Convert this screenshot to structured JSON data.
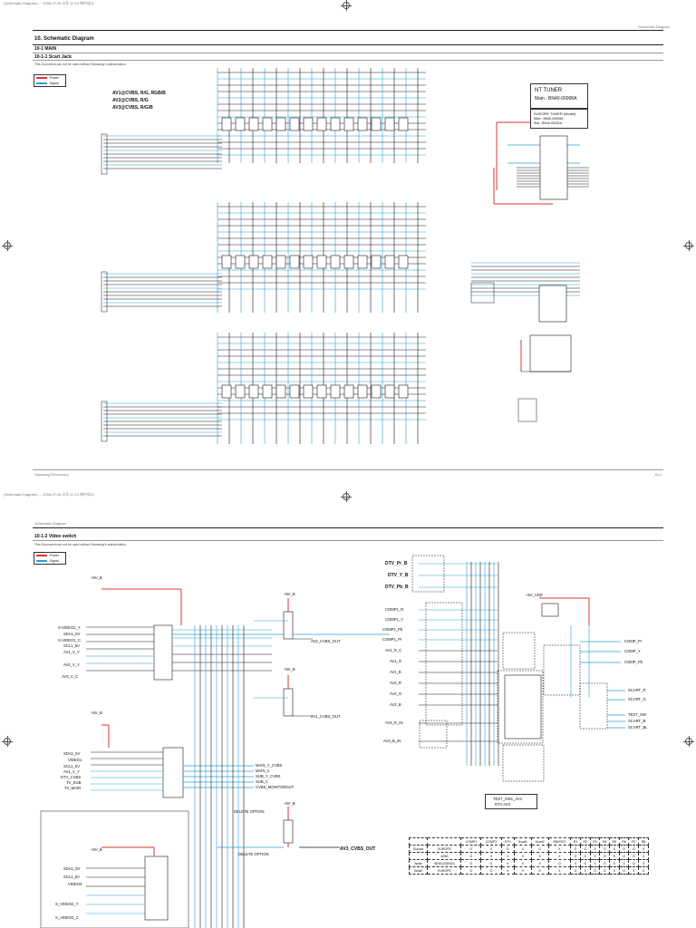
{
  "page_top": {
    "file_stamp": "(Schematic Diagram) ... 2008-07-08 오후 12:13 페이지01",
    "right_header": "Schematic Diagram",
    "section_title": "10. Schematic Diagram",
    "main_title": "10-1 MAIN",
    "sub_title": "10-1-1 Scart Jack",
    "confidential": "This Document can not be used without Samsung's authorization.",
    "legend_power": "Power",
    "legend_signal": "Signal",
    "scart_labels": [
      "AV1@CVBS, R/G, RGB/B",
      "AV2@CVBS, R/G",
      "AV3@CVBS, R/G/B"
    ],
    "tuner_title": "NT TUNER",
    "tuner_main": "Main : BN40-00008A",
    "tuner_eu_title": "EUROPE TUNER (Model)",
    "tuner_eu_main": "Main : BN40-00008A",
    "tuner_eu_sub": "Sub : BN40-00031A",
    "footer_left": "Samsung Electronics",
    "footer_right": "10-1"
  },
  "page_bottom": {
    "file_stamp": "(Schematic Diagram) ... 2008-07-08 오후 12:13 페이지02",
    "left_header": "Schematic Diagram",
    "sub_title": "10-1-2 Video switch",
    "confidential": "This Document can not be used without Samsung's authorization.",
    "legend_power": "Power",
    "legend_signal": "Signal",
    "rail_labels": [
      "+5V_B",
      "+5V_B",
      "+5V_B",
      "+5V_B",
      "+5V_B",
      "+5V_B"
    ],
    "left_inputs": [
      "S-VIDEO1_Y",
      "SDA1_5V",
      "S-VIDEO1_C",
      "SCL1_5V",
      "AV1_V_Y",
      "AV2_V_Y",
      "AV3_V_C"
    ],
    "left_inputs_2": [
      "SDA1_5V",
      "VIDEO1",
      "SCL1_5V",
      "AV1_V_Y",
      "DTV_CVBS",
      "TV_SUB",
      "TV_MAIN"
    ],
    "left_inputs_3": [
      "SDA1_5V",
      "SCL1_5V",
      "VIDEO3",
      "S_VIDEO2_Y",
      "S_VIDEO2_C"
    ],
    "mid_outputs": [
      "AV2_CVBS_OUT",
      "AV1_CVBS_OUT"
    ],
    "switch_outputs": [
      "MAIN_Y_CVBS",
      "MAIN_C",
      "SUB_Y_CVBS",
      "SUB_C",
      "CVBS_MONITOROUT"
    ],
    "delete_option": "DELETE OPTION",
    "av_out": "AV3_CVBS_OUT",
    "right_inputs": [
      "DTV_Pr_B",
      "DTV_Y_B",
      "DTV_Pb_B",
      "COMP1_R",
      "COMP1_Y",
      "COMP1_Pb",
      "COMP1_Pr",
      "AV1_R_C",
      "AV1_G",
      "AV1_B",
      "AV2_R",
      "AV2_G",
      "AV2_B",
      "AV3_R_IN",
      "AV3_B_IN"
    ],
    "right_outputs": [
      "COMP_Pr",
      "COMP_Y",
      "COMP_Pb",
      "SCART_R",
      "SCART_G",
      "TEST_SW",
      "SCART_B",
      "SCART_BL"
    ],
    "rail_right": "+5V_VDD",
    "switch_caption": [
      "TEST_SW1_AV1",
      "DTV  AV3"
    ],
    "table": {
      "headers": [
        "",
        "",
        "COMP1",
        "COMP2",
        "DTV",
        "Scart1",
        "Scart2",
        "SB/VS07",
        "R1",
        "R2",
        "R3",
        "R4",
        "R5",
        "R6",
        "R7",
        "R8"
      ],
      "rows": [
        [
          "Europe",
          "EUROPE",
          "O",
          "X",
          "O",
          "X",
          "O",
          "X",
          "O",
          "O",
          "X",
          "O",
          "X",
          "O",
          "O",
          "X"
        ],
        [
          "",
          "ASIA",
          "O",
          "X",
          "X",
          "X",
          "X",
          "X",
          "O",
          "O",
          "X",
          "O",
          "X",
          "O",
          "O",
          "X"
        ],
        [
          "Israel",
          "SINGLE(ENG)",
          "O",
          "O",
          "X",
          "X",
          "X",
          "O",
          "X",
          "O",
          "X",
          "O",
          "X",
          "X",
          "O",
          "O"
        ],
        [
          "Brazil",
          "EUROPE",
          "O",
          "O",
          "X",
          "X",
          "O",
          "X",
          "O",
          "X",
          "O",
          "O",
          "X",
          "O",
          "X",
          "X"
        ]
      ]
    }
  },
  "colors": {
    "power": "#e03030",
    "signal": "#2aa0d8",
    "wire": "#1a1a1a"
  }
}
